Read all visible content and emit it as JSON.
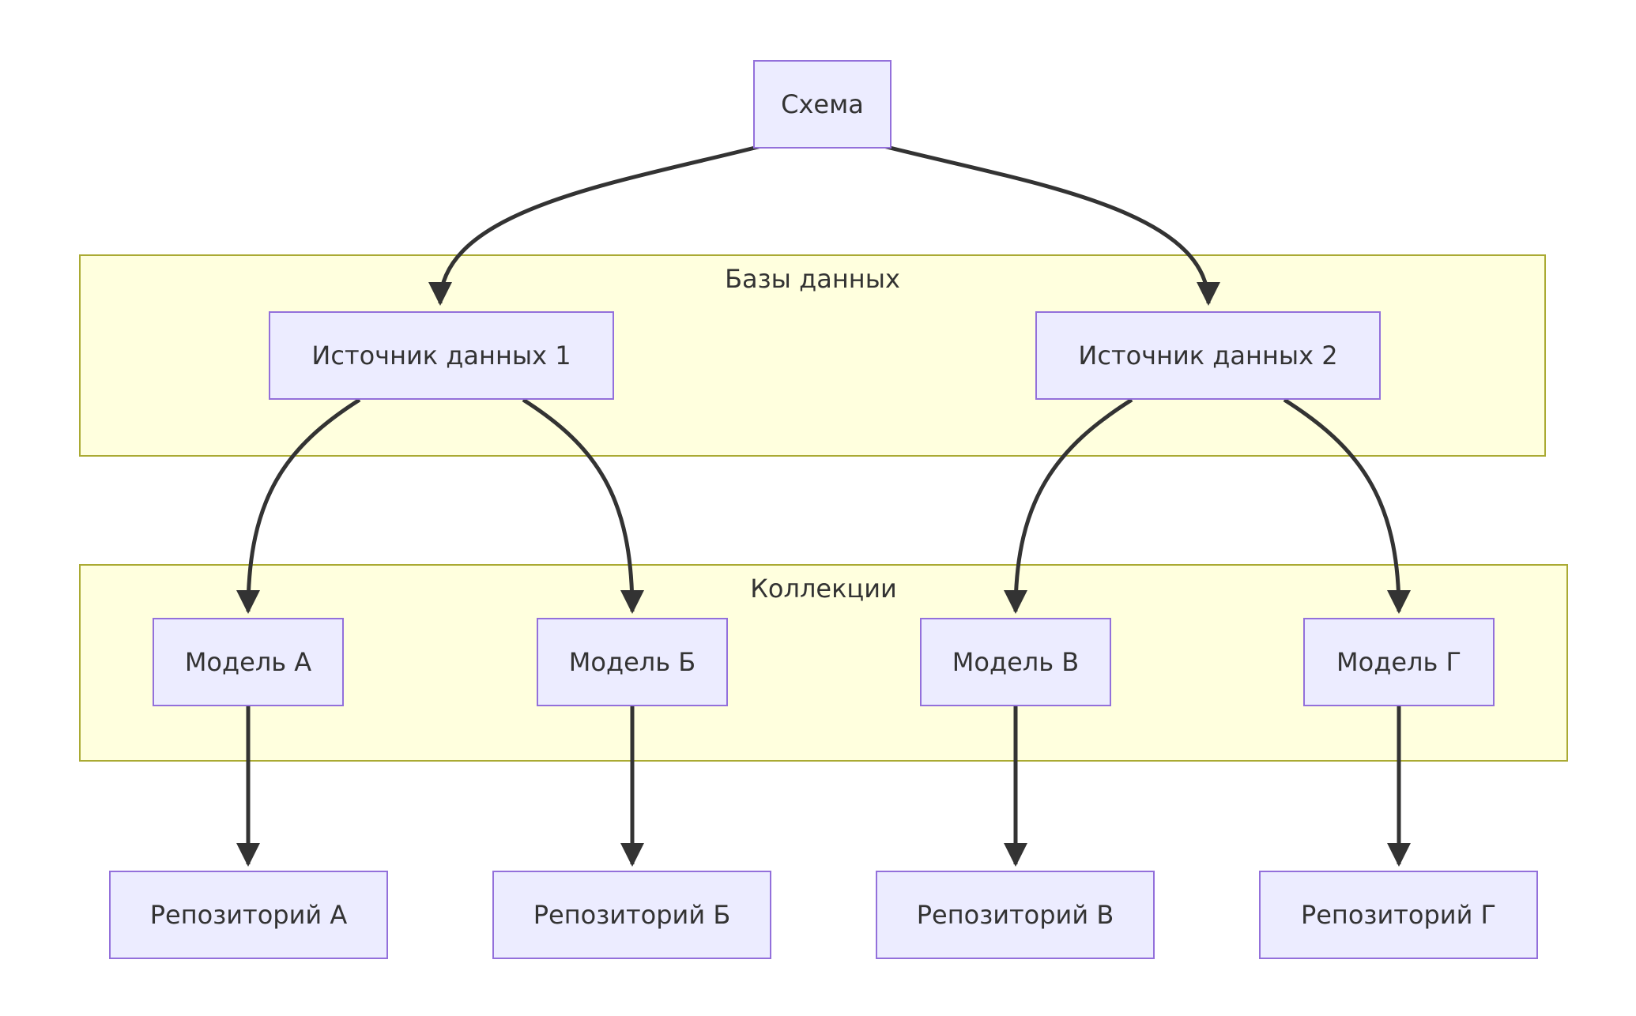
{
  "diagram": {
    "type": "flowchart",
    "direction": "top-down",
    "clusters": [
      {
        "id": "databases",
        "label": "Базы данных"
      },
      {
        "id": "collections",
        "label": "Коллекции"
      }
    ],
    "nodes": [
      {
        "id": "schema",
        "label": "Схема"
      },
      {
        "id": "source1",
        "label": "Источник данных 1",
        "cluster": "databases"
      },
      {
        "id": "source2",
        "label": "Источник данных 2",
        "cluster": "databases"
      },
      {
        "id": "modelA",
        "label": "Модель А",
        "cluster": "collections"
      },
      {
        "id": "modelB",
        "label": "Модель Б",
        "cluster": "collections"
      },
      {
        "id": "modelV",
        "label": "Модель В",
        "cluster": "collections"
      },
      {
        "id": "modelG",
        "label": "Модель Г",
        "cluster": "collections"
      },
      {
        "id": "repoA",
        "label": "Репозиторий А"
      },
      {
        "id": "repoB",
        "label": "Репозиторий Б"
      },
      {
        "id": "repoV",
        "label": "Репозиторий В"
      },
      {
        "id": "repoG",
        "label": "Репозиторий Г"
      }
    ],
    "edges": [
      {
        "from": "Схема",
        "to": "Источник данных 1"
      },
      {
        "from": "Схема",
        "to": "Источник данных 2"
      },
      {
        "from": "Источник данных 1",
        "to": "Модель А"
      },
      {
        "from": "Источник данных 1",
        "to": "Модель Б"
      },
      {
        "from": "Источник данных 2",
        "to": "Модель В"
      },
      {
        "from": "Источник данных 2",
        "to": "Модель Г"
      },
      {
        "from": "Модель А",
        "to": "Репозиторий А"
      },
      {
        "from": "Модель Б",
        "to": "Репозиторий Б"
      },
      {
        "from": "Модель В",
        "to": "Репозиторий В"
      },
      {
        "from": "Модель Г",
        "to": "Репозиторий Г"
      }
    ],
    "colors": {
      "node_fill": "#ECECFF",
      "node_border": "#9370DB",
      "cluster_fill": "#FFFFDE",
      "cluster_border": "#AAAA33",
      "edge": "#333333",
      "text": "#333333"
    }
  }
}
